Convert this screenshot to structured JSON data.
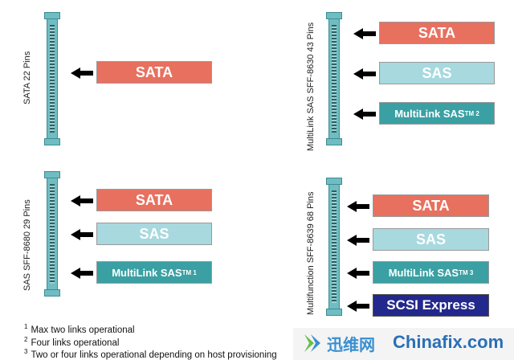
{
  "panels": [
    {
      "label": "SATA 22 Pins",
      "rows": [
        {
          "kind": "sata",
          "text": "SATA"
        }
      ]
    },
    {
      "label": "MultiLink SAS SFF-8630 43 Pins",
      "rows": [
        {
          "kind": "sata",
          "text": "SATA"
        },
        {
          "kind": "sas",
          "text": "SAS"
        },
        {
          "kind": "ml",
          "text": "MultiLink SAS",
          "sup": "TM 2"
        }
      ]
    },
    {
      "label": "SAS SFF-8680 29 Pins",
      "rows": [
        {
          "kind": "sata",
          "text": "SATA"
        },
        {
          "kind": "sas",
          "text": "SAS"
        },
        {
          "kind": "ml",
          "text": "MultiLink SAS",
          "sup": "TM 1"
        }
      ]
    },
    {
      "label": "Multifunction SFF-8639 68 Pins",
      "rows": [
        {
          "kind": "sata",
          "text": "SATA"
        },
        {
          "kind": "sas",
          "text": "SAS"
        },
        {
          "kind": "ml",
          "text": "MultiLink SAS",
          "sup": "TM 3"
        },
        {
          "kind": "scsi",
          "text": "SCSI Express"
        }
      ]
    }
  ],
  "footnotes": [
    {
      "num": "1",
      "text": "Max two links operational"
    },
    {
      "num": "2",
      "text": "Four links operational"
    },
    {
      "num": "3",
      "text": "Two or four links operational depending on host provisioning"
    }
  ],
  "watermark": {
    "cn": "迅维网",
    "en": "Chinafix.com"
  },
  "colors": {
    "sata": "#e8705f",
    "sas": "#a7d9df",
    "multilink": "#3aa0a3",
    "scsi": "#23288c",
    "connector": "#6fbdc2"
  }
}
